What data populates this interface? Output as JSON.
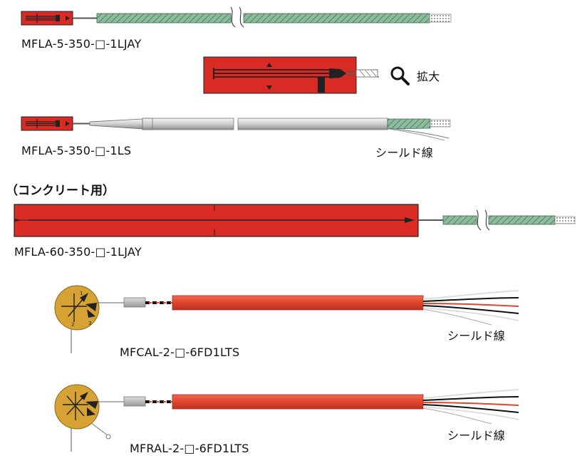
{
  "labels": {
    "model_1": "MFLA-5-350-□-1LJAY",
    "zoom": "拡大",
    "model_2": "MFLA-5-350-□-1LS",
    "shield_1": "シールド線",
    "section_heading": "（コンクリート用）",
    "model_3": "MFLA-60-350-□-1LJAY",
    "model_4": "MFCAL-2-□-6FD1LTS",
    "shield_2": "シールド線",
    "model_5": "MFRAL-2-□-6FD1LTS",
    "shield_3": "シールド線"
  },
  "icons": {
    "zoom": "magnifier-icon"
  },
  "colors": {
    "gauge_red": "#d92b24",
    "cable_green": "#8dbb9d",
    "cable_red": "#e0452e",
    "rosette_gold": "#d6a233",
    "sleeve_gray": "#b9b9b9"
  },
  "rosette_numbers": [
    "1",
    "2",
    "3"
  ]
}
